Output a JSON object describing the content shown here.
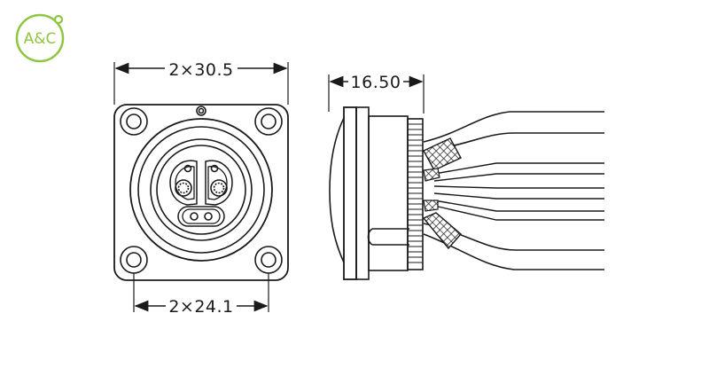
{
  "logo": {
    "text": "A&C",
    "color": "#8dc63f"
  },
  "dimensions": {
    "overall_width": "2×30.5",
    "hole_spacing": "2×24.1",
    "body_depth": "16.50"
  },
  "colors": {
    "line": "#1a1a1a",
    "accent": "#8dc63f"
  }
}
